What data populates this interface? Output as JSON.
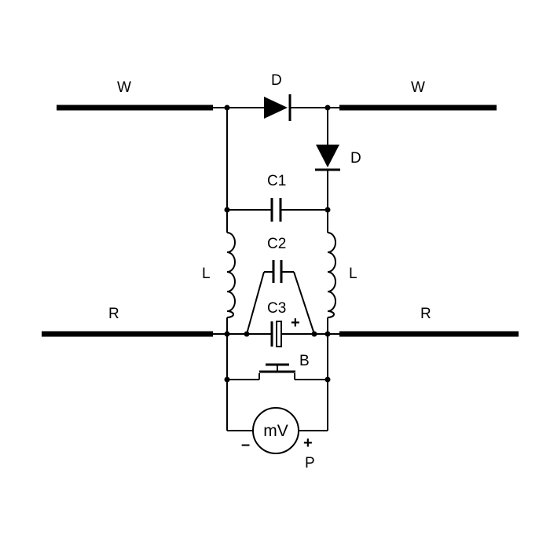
{
  "labels": {
    "w_left": "W",
    "w_right": "W",
    "d_top": "D",
    "d_right": "D",
    "c1": "C1",
    "c2": "C2",
    "c3": "C3",
    "c3_polarity": "+",
    "l_left": "L",
    "l_right": "L",
    "r_left": "R",
    "r_right": "R",
    "b": "B",
    "meter": "mV",
    "meter_minus": "–",
    "meter_plus": "+",
    "p": "P"
  }
}
